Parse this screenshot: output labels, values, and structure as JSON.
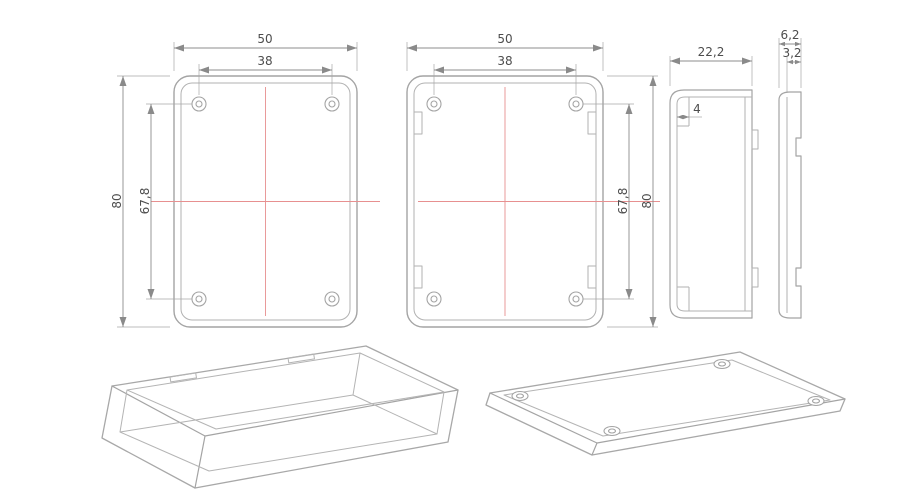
{
  "views": {
    "case_front": {
      "width": "50",
      "holes_x": "38",
      "height": "80",
      "holes_y": "67,8"
    },
    "lid_front": {
      "width": "50",
      "holes_x": "38",
      "height": "80",
      "holes_y": "67,8"
    },
    "case_side": {
      "depth": "22,2",
      "boss_wall": "4"
    },
    "lid_side": {
      "thickness": "6,2",
      "inner_thickness": "3,2"
    }
  },
  "colors": {
    "background": "#ffffff",
    "outline": "#a4a4a4",
    "dimension_text": "#4d4d4d",
    "centerline": "#e79090"
  }
}
